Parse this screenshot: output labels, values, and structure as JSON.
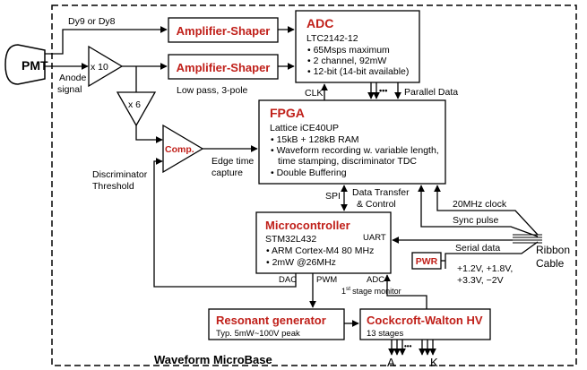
{
  "pmt": {
    "label": "PMT",
    "dynode": "Dy9 or Dy8",
    "anode_line1": "Anode",
    "anode_line2": "signal"
  },
  "amps": {
    "gain10": "x 10",
    "gain6": "x 6"
  },
  "shaper1": {
    "title": "Amplifier-Shaper"
  },
  "shaper2": {
    "title": "Amplifier-Shaper",
    "note": "Low pass, 3-pole"
  },
  "adc": {
    "title": "ADC",
    "model": "LTC2142-12",
    "specs": [
      "• 65Msps maximum",
      "• 2 channel, 92mW",
      "• 12-bit (14-bit available)"
    ]
  },
  "clk": "CLK",
  "dots": "•••",
  "parallel_data": "Parallel Data",
  "fpga": {
    "title": "FPGA",
    "model": "Lattice iCE40UP",
    "specs": [
      "• 15kB + 128kB RAM",
      "• Waveform recording w. variable length,",
      "time stamping, discriminator TDC",
      "• Double Buffering"
    ]
  },
  "comparator": {
    "label": "Comp.",
    "edge_line1": "Edge time",
    "edge_line2": "capture"
  },
  "discriminator": {
    "line1": "Discriminator",
    "line2": "Threshold"
  },
  "spi": "SPI",
  "data_transfer": {
    "line1": "Data Transfer",
    "line2": "& Control"
  },
  "mcu": {
    "title": "Microcontroller",
    "model": "STM32L432",
    "specs": [
      "• ARM Cortex-M4 80 MHz",
      "• 2mW @26MHz"
    ],
    "uart": "UART"
  },
  "clock_20": "20MHz clock",
  "sync_pulse": "Sync pulse",
  "serial_data": "Serial data",
  "ribbon": {
    "line1": "Ribbon",
    "line2": "Cable"
  },
  "pwr": "PWR",
  "voltages": {
    "line1": "+1.2V, +1.8V,",
    "line2": "+3.3V, −2V"
  },
  "dac": "DAC",
  "pwm": "PWM",
  "adc_label": "ADC",
  "stage_monitor": {
    "sup": "st",
    "num": "1",
    "rest": "stage monitor"
  },
  "resonant": {
    "title": "Resonant generator",
    "note": "Typ. 5mW~100V peak"
  },
  "cw": {
    "title": "Cockcroft-Walton HV",
    "note": "13 stages"
  },
  "outputs": {
    "anode": "A",
    "cathode": "K"
  },
  "base_title": "Waveform MicroBase"
}
